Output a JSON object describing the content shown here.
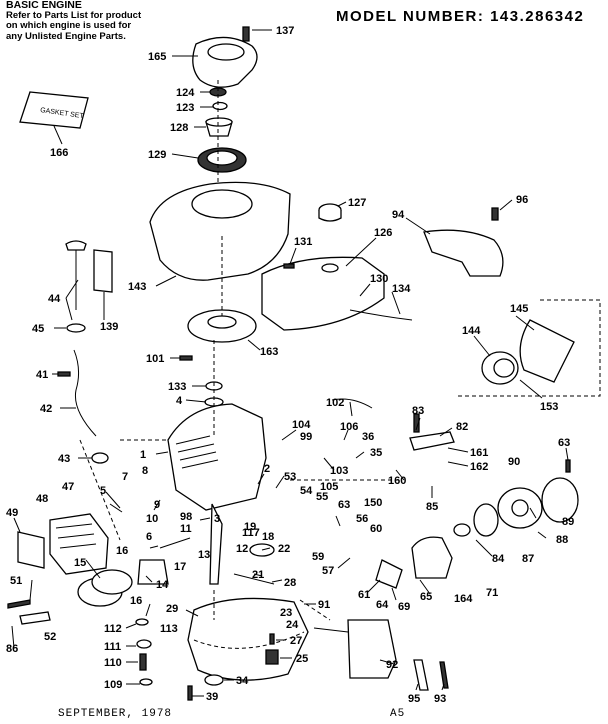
{
  "header": {
    "title": "BASIC ENGINE",
    "note": [
      "Refer to Parts List for product",
      "on which engine is used for",
      "any Unlisted Engine Parts."
    ]
  },
  "model_label": "MODEL NUMBER:",
  "model_number": "143.286342",
  "box_label": "GASKET SET",
  "footer": {
    "date": "SEPTEMBER, 1978",
    "page": "A5"
  },
  "callouts": [
    "137",
    "165",
    "124",
    "123",
    "128",
    "129",
    "166",
    "127",
    "96",
    "94",
    "131",
    "126",
    "143",
    "44",
    "139",
    "45",
    "130",
    "134",
    "145",
    "144",
    "163",
    "101",
    "41",
    "133",
    "4",
    "42",
    "153",
    "102",
    "104",
    "106",
    "99",
    "36",
    "83",
    "82",
    "1",
    "161",
    "162",
    "63",
    "43",
    "103",
    "35",
    "2",
    "53",
    "54",
    "55",
    "160",
    "7",
    "8",
    "47",
    "48",
    "5",
    "105",
    "150",
    "90",
    "85",
    "9",
    "98",
    "117",
    "18",
    "63",
    "56",
    "89",
    "49",
    "10",
    "3",
    "11",
    "19",
    "60",
    "88",
    "16",
    "6",
    "15",
    "12",
    "22",
    "57",
    "59",
    "84",
    "87",
    "13",
    "17",
    "14",
    "21",
    "28",
    "61",
    "64",
    "69",
    "65",
    "164",
    "71",
    "51",
    "16",
    "29",
    "23",
    "91",
    "112",
    "113",
    "24",
    "52",
    "86",
    "111",
    "27",
    "110",
    "25",
    "92",
    "109",
    "34",
    "39",
    "95",
    "93"
  ]
}
